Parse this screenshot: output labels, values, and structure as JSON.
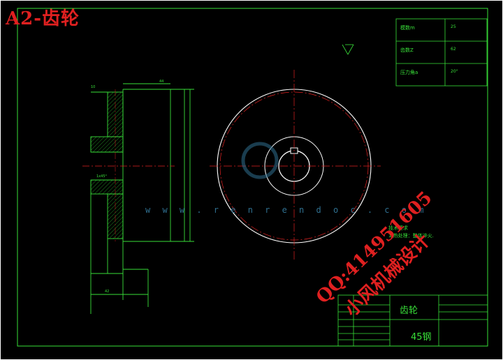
{
  "title": "A2-齿轮",
  "params": [
    {
      "label": "模数m",
      "value": "25"
    },
    {
      "label": "齿数Z",
      "value": "62"
    },
    {
      "label": "压力角a",
      "value": "20°"
    }
  ],
  "dims": {
    "chamfer": "1x45°",
    "left_top": "10",
    "face_top": "44",
    "bottom_42": "42"
  },
  "notes": [
    "技术要求",
    "1.热处理：整体淬火."
  ],
  "title_block": {
    "part_name": "齿轮",
    "material": "45钢"
  },
  "watermark_url": "w w w . r e n r e n d o c . c o m",
  "contact_qq": "QQ:414951605",
  "contact_name": "小风机械设计",
  "colors": {
    "line": "#39e039",
    "center": "#e02020",
    "border": "#ffffff"
  }
}
